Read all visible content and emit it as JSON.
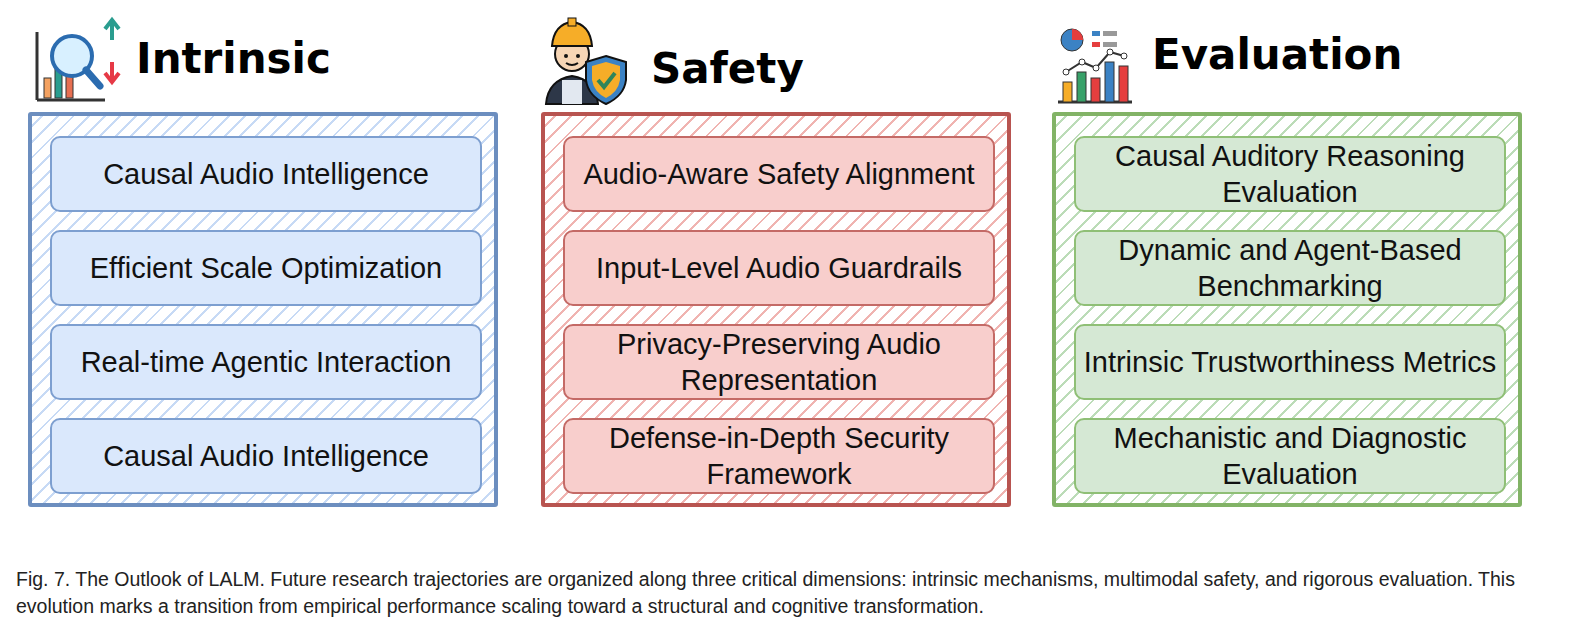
{
  "diagram": {
    "caption": "Fig. 7. The Outlook of LALM. Future research trajectories are organized along three critical dimensions: intrinsic mechanisms, multimodal safety, and rigorous evaluation. This evolution marks a transition from empirical performance scaling toward a structural and cognitive transformation.",
    "nodes": [
      {
        "text": [
          "Intrinsic"
        ]
      },
      {
        "text": [
          "Causal Audio Intelligence"
        ],
        "in": 0
      },
      {
        "text": [
          "Efficient Scale Optimization"
        ],
        "in": 0
      },
      {
        "text": [
          "Real-time Agentic Interaction"
        ],
        "in": 0
      },
      {
        "text": [
          "Causal Audio Intelligence"
        ],
        "in": 0
      },
      {
        "text": [
          "Safety"
        ]
      },
      {
        "text": [
          "Audio-Aware Safety Alignment"
        ],
        "in": 5
      },
      {
        "text": [
          "Input-Level Audio Guardrails"
        ],
        "in": 5
      },
      {
        "text": [
          "Privacy-Preserving Audio Representation"
        ],
        "in": 5
      },
      {
        "text": [
          "Defense-in-Depth Security Framework"
        ],
        "in": 5
      },
      {
        "text": [
          "Evaluation"
        ]
      },
      {
        "text": [
          "Causal Auditory Reasoning Evaluation"
        ],
        "in": 10
      },
      {
        "text": [
          "Dynamic and Agent-Based Benchmarking"
        ],
        "in": 10
      },
      {
        "text": [
          "Intrinsic Trustworthiness Metrics"
        ],
        "in": 10
      },
      {
        "text": [
          "Mechanistic and Diagnostic Evaluation"
        ],
        "in": 10
      }
    ]
  }
}
